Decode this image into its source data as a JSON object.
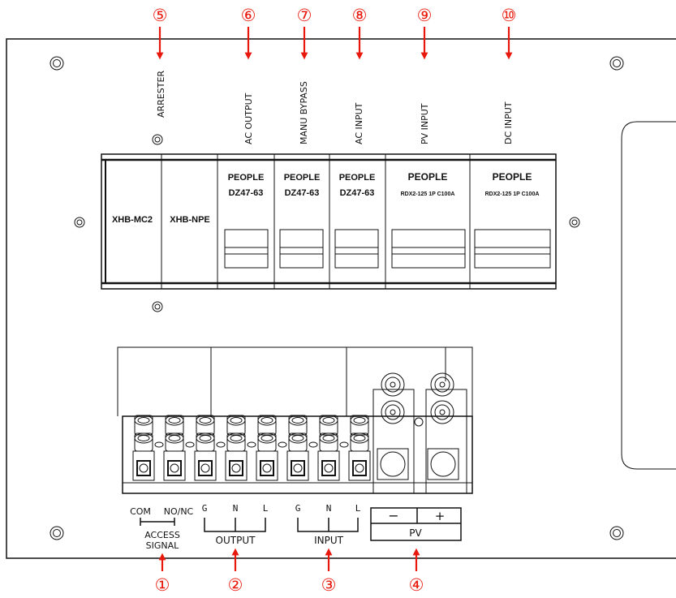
{
  "colors": {
    "accent": "#e8180c",
    "line": "#111111",
    "panel": "#ffffff"
  },
  "callouts": {
    "n1": "①",
    "n2": "②",
    "n3": "③",
    "n4": "④",
    "n5": "⑤",
    "n6": "⑥",
    "n7": "⑦",
    "n8": "⑧",
    "n9": "⑨",
    "n10": "⑩"
  },
  "labels": {
    "arrester": "ARRESTER",
    "ac_output": "AC OUTPUT",
    "manu_bypass": "MANU BYPASS",
    "ac_input": "AC INPUT",
    "pv_input": "PV INPUT",
    "dc_input": "DC INPUT"
  },
  "breakers": {
    "mc2": "XHB-MC2",
    "npe": "XHB-NPE",
    "brand": "PEOPLE",
    "model_small": "DZ47-63",
    "model_large": "RDX2-125 1P C100A"
  },
  "terminals": {
    "com": "COM",
    "no_nc": "NO/NC",
    "access": "ACCESS",
    "signal": "SIGNAL",
    "g": "G",
    "n": "N",
    "l": "L",
    "output": "OUTPUT",
    "input": "INPUT",
    "minus": "−",
    "plus": "+",
    "pv": "PV"
  }
}
